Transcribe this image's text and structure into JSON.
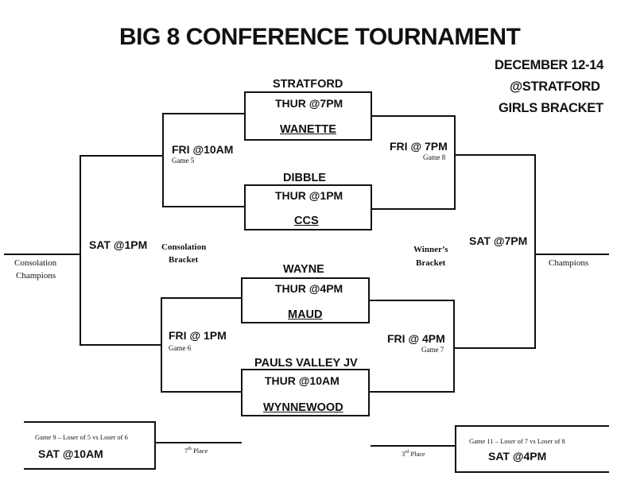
{
  "title": "BIG 8 CONFERENCE TOURNAMENT",
  "header": {
    "dates": "DECEMBER 12-14",
    "location": "@STRATFORD",
    "bracket": "GIRLS BRACKET"
  },
  "games": {
    "g1": {
      "team_top": "STRATFORD",
      "time": "THUR @7PM",
      "team_bottom": "WANETTE"
    },
    "g2": {
      "team_top": "DIBBLE",
      "time": "THUR @1PM",
      "team_bottom": "CCS"
    },
    "g3": {
      "team_top": "WAYNE",
      "time": "THUR @4PM",
      "team_bottom": "MAUD"
    },
    "g4": {
      "team_top": "PAULS VALLEY JV",
      "time": "THUR @10AM",
      "team_bottom": "WYNNEWOOD"
    },
    "game5": {
      "time": "FRI @10AM",
      "label": "Game 5"
    },
    "game6": {
      "time": "FRI @ 1PM",
      "label": "Game 6"
    },
    "game7": {
      "time": "FRI @ 4PM",
      "label": "Game 7"
    },
    "game8": {
      "time": "FRI @ 7PM",
      "label": "Game 8"
    },
    "consolation_final": {
      "time": "SAT @1PM"
    },
    "winners_final": {
      "time": "SAT @7PM"
    },
    "game9": {
      "label": "Game 9 – Loser of 5 vs Loser of 6",
      "time": "SAT @10AM"
    },
    "game11": {
      "label": "Game 11 – Loser of 7 vs Loser of 8",
      "time": "SAT @4PM"
    }
  },
  "labels": {
    "consolation_bracket_1": "Consolation",
    "consolation_bracket_2": "Bracket",
    "winners_bracket_1": "Winner’s",
    "winners_bracket_2": "Bracket",
    "consolation_champions_1": "Consolation",
    "consolation_champions_2": "Champions",
    "champions": "Champions",
    "seventh_place_num": "7",
    "seventh_place_sup": "th",
    "seventh_place_text": " Place",
    "third_place_num": "3",
    "third_place_sup": "rd",
    "third_place_text": " Place"
  }
}
